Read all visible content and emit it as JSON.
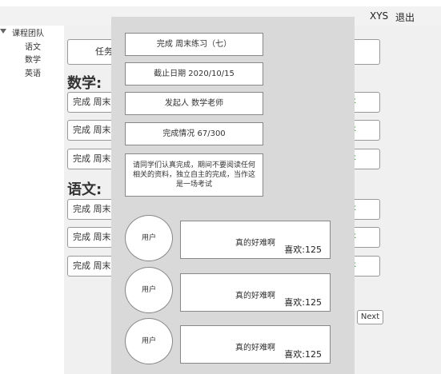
{
  "header": {
    "user": "XYS",
    "logout": "退出"
  },
  "sidebar": {
    "root": "课程团队",
    "items": [
      "语文",
      "数学",
      "英语"
    ]
  },
  "background": {
    "task_tab": "任务",
    "math_heading": "数学:",
    "chinese_heading": "语文:",
    "task_prefix": "完成 周末",
    "right_label": "k",
    "next": "Next"
  },
  "modal": {
    "title": "完成 周末练习（七）",
    "deadline": "截止日期 2020/10/15",
    "publisher": "发起人 数学老师",
    "progress": "完成情况 67/300",
    "description": "请同学们认真完成，期间不要阅读任何相关的资料，独立自主的完成，当作这是一场考试",
    "comments": [
      {
        "user": "用户",
        "text": "真的好难啊",
        "likes": "喜欢:125"
      },
      {
        "user": "用户",
        "text": "真的好难啊",
        "likes": "喜欢:125"
      },
      {
        "user": "用户",
        "text": "真的好难啊",
        "likes": "喜欢:125"
      }
    ]
  }
}
